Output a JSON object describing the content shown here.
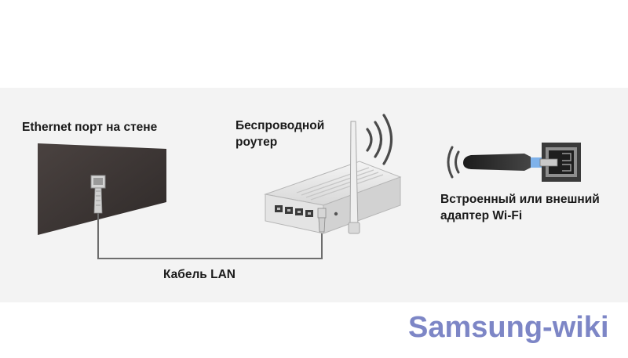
{
  "labels": {
    "wall_port": "Ethernet порт на стене",
    "router_line1": "Беспроводной",
    "router_line2": "роутер",
    "adapter_line1": "Встроенный или внешний",
    "adapter_line2": "адаптер Wi-Fi",
    "cable": "Кабель LAN"
  },
  "watermark": "Samsung-wiki",
  "colors": {
    "wall": "#3f3938",
    "cable": "#6d6d6d",
    "router_body": "#e7e7e7",
    "watermark": "#7d86c6"
  },
  "icons": [
    "wall-port-icon",
    "router-icon",
    "wifi-waves-icon",
    "usb-adapter-icon"
  ]
}
